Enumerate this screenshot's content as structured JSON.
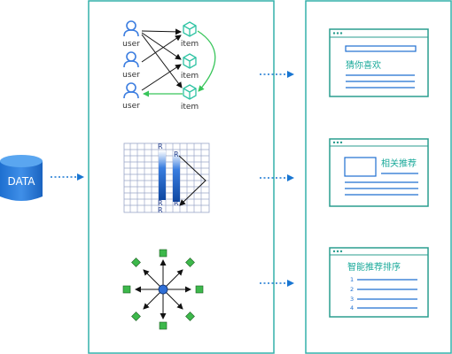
{
  "source": {
    "label": "DATA"
  },
  "graph": {
    "user_label": "user",
    "item_label": "item"
  },
  "matrix": {
    "r_label": "R"
  },
  "windows": [
    {
      "title": "猜你喜欢"
    },
    {
      "title": "相关推荐"
    },
    {
      "title": "智能推荐排序",
      "list_numbers": [
        "1",
        "2",
        "3",
        "4"
      ]
    }
  ],
  "colors": {
    "frame": "#34b1aa",
    "blue": "#1976d2",
    "teal_text": "#1aa99a",
    "green_arrow": "#38c55a",
    "node_green": "#3db84b",
    "cube": "#2ec3a3",
    "grid": "#9aa6c8"
  }
}
